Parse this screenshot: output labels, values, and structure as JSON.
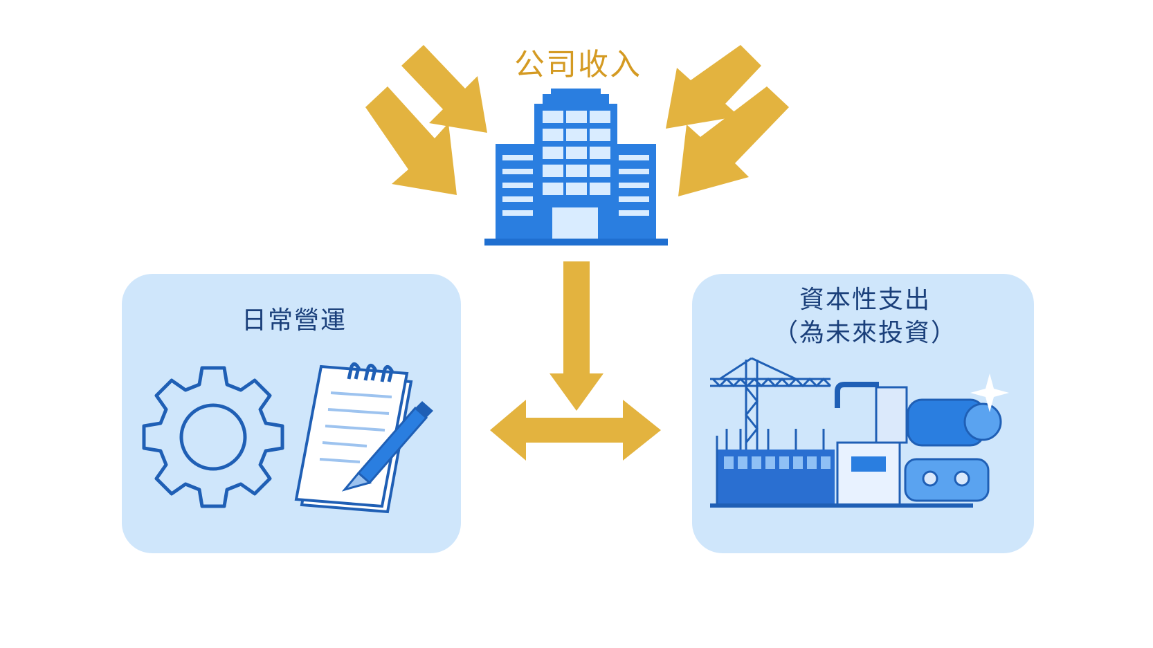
{
  "diagram": {
    "income_label": "公司收入",
    "operations_label": "日常營運",
    "capex_label_line1": "資本性支出",
    "capex_label_line2": "（為未來投資）",
    "colors": {
      "arrow": "#e3b33f",
      "income_text": "#d49a22",
      "building_blue": "#2a7ee0",
      "panel_bg": "#cfe6fb",
      "icon_outline": "#1f5fb5",
      "label_text": "#1a3f7a"
    },
    "icons": {
      "building": "office-building-icon",
      "gear": "gear-icon",
      "notepad": "notepad-icon",
      "pen": "pen-icon",
      "crane": "construction-crane-icon",
      "factory": "factory-icon",
      "machinery": "machinery-icon"
    }
  }
}
